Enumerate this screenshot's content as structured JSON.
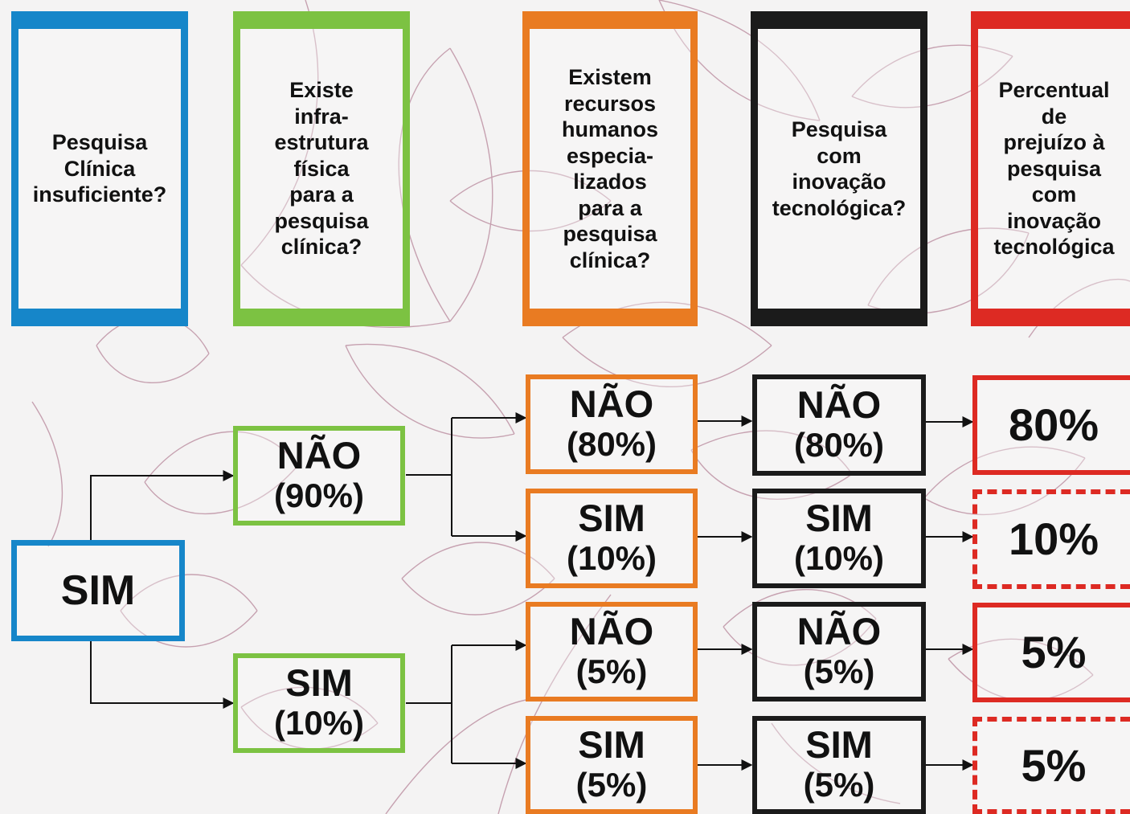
{
  "headers": {
    "col1": "Pesquisa\nClínica\ninsuficiente?",
    "col2": "Existe\ninfra-\nestrutura\nfísica\npara a\npesquisa\nclínica?",
    "col3": "Existem\nrecursos\nhumanos\nespecia-\nlizados\npara a\npesquisa\nclínica?",
    "col4": "Pesquisa\ncom\ninovação\ntecnológica?",
    "col5": "Percentual\nde\nprejuízo à\npesquisa\ncom\ninovação\ntecnológica"
  },
  "root": {
    "label": "SIM"
  },
  "infra": [
    {
      "label": "NÃO",
      "pct": "(90%)"
    },
    {
      "label": "SIM",
      "pct": "(10%)"
    }
  ],
  "rh": [
    {
      "label": "NÃO",
      "pct": "(80%)"
    },
    {
      "label": "SIM",
      "pct": "(10%)"
    },
    {
      "label": "NÃO",
      "pct": "(5%)"
    },
    {
      "label": "SIM",
      "pct": "(5%)"
    }
  ],
  "inov": [
    {
      "label": "NÃO",
      "pct": "(80%)"
    },
    {
      "label": "SIM",
      "pct": "(10%)"
    },
    {
      "label": "NÃO",
      "pct": "(5%)"
    },
    {
      "label": "SIM",
      "pct": "(5%)"
    }
  ],
  "result": [
    {
      "value": "80%",
      "style": "solid"
    },
    {
      "value": "10%",
      "style": "dashed"
    },
    {
      "value": "5%",
      "style": "solid"
    },
    {
      "value": "5%",
      "style": "dashed"
    }
  ],
  "colors": {
    "blue": "#1686c9",
    "green": "#7cc242",
    "orange": "#e97b22",
    "black": "#1b1b1b",
    "red": "#dd2a23"
  }
}
